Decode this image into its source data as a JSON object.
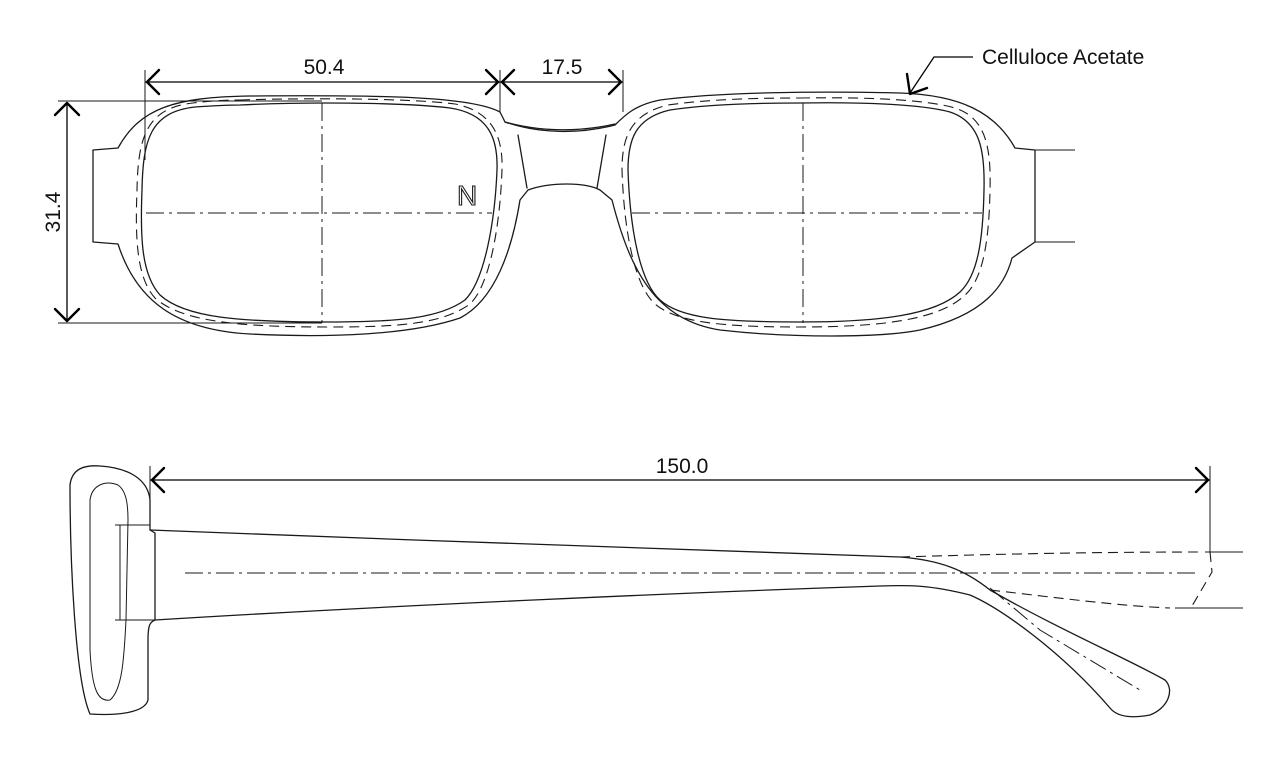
{
  "front_view": {
    "lens_width": "50.4",
    "bridge_width": "17.5",
    "lens_height": "31.4",
    "material_note": "Celluloce Acetate",
    "nose_mark": "N"
  },
  "side_view": {
    "temple_length": "150.0"
  }
}
